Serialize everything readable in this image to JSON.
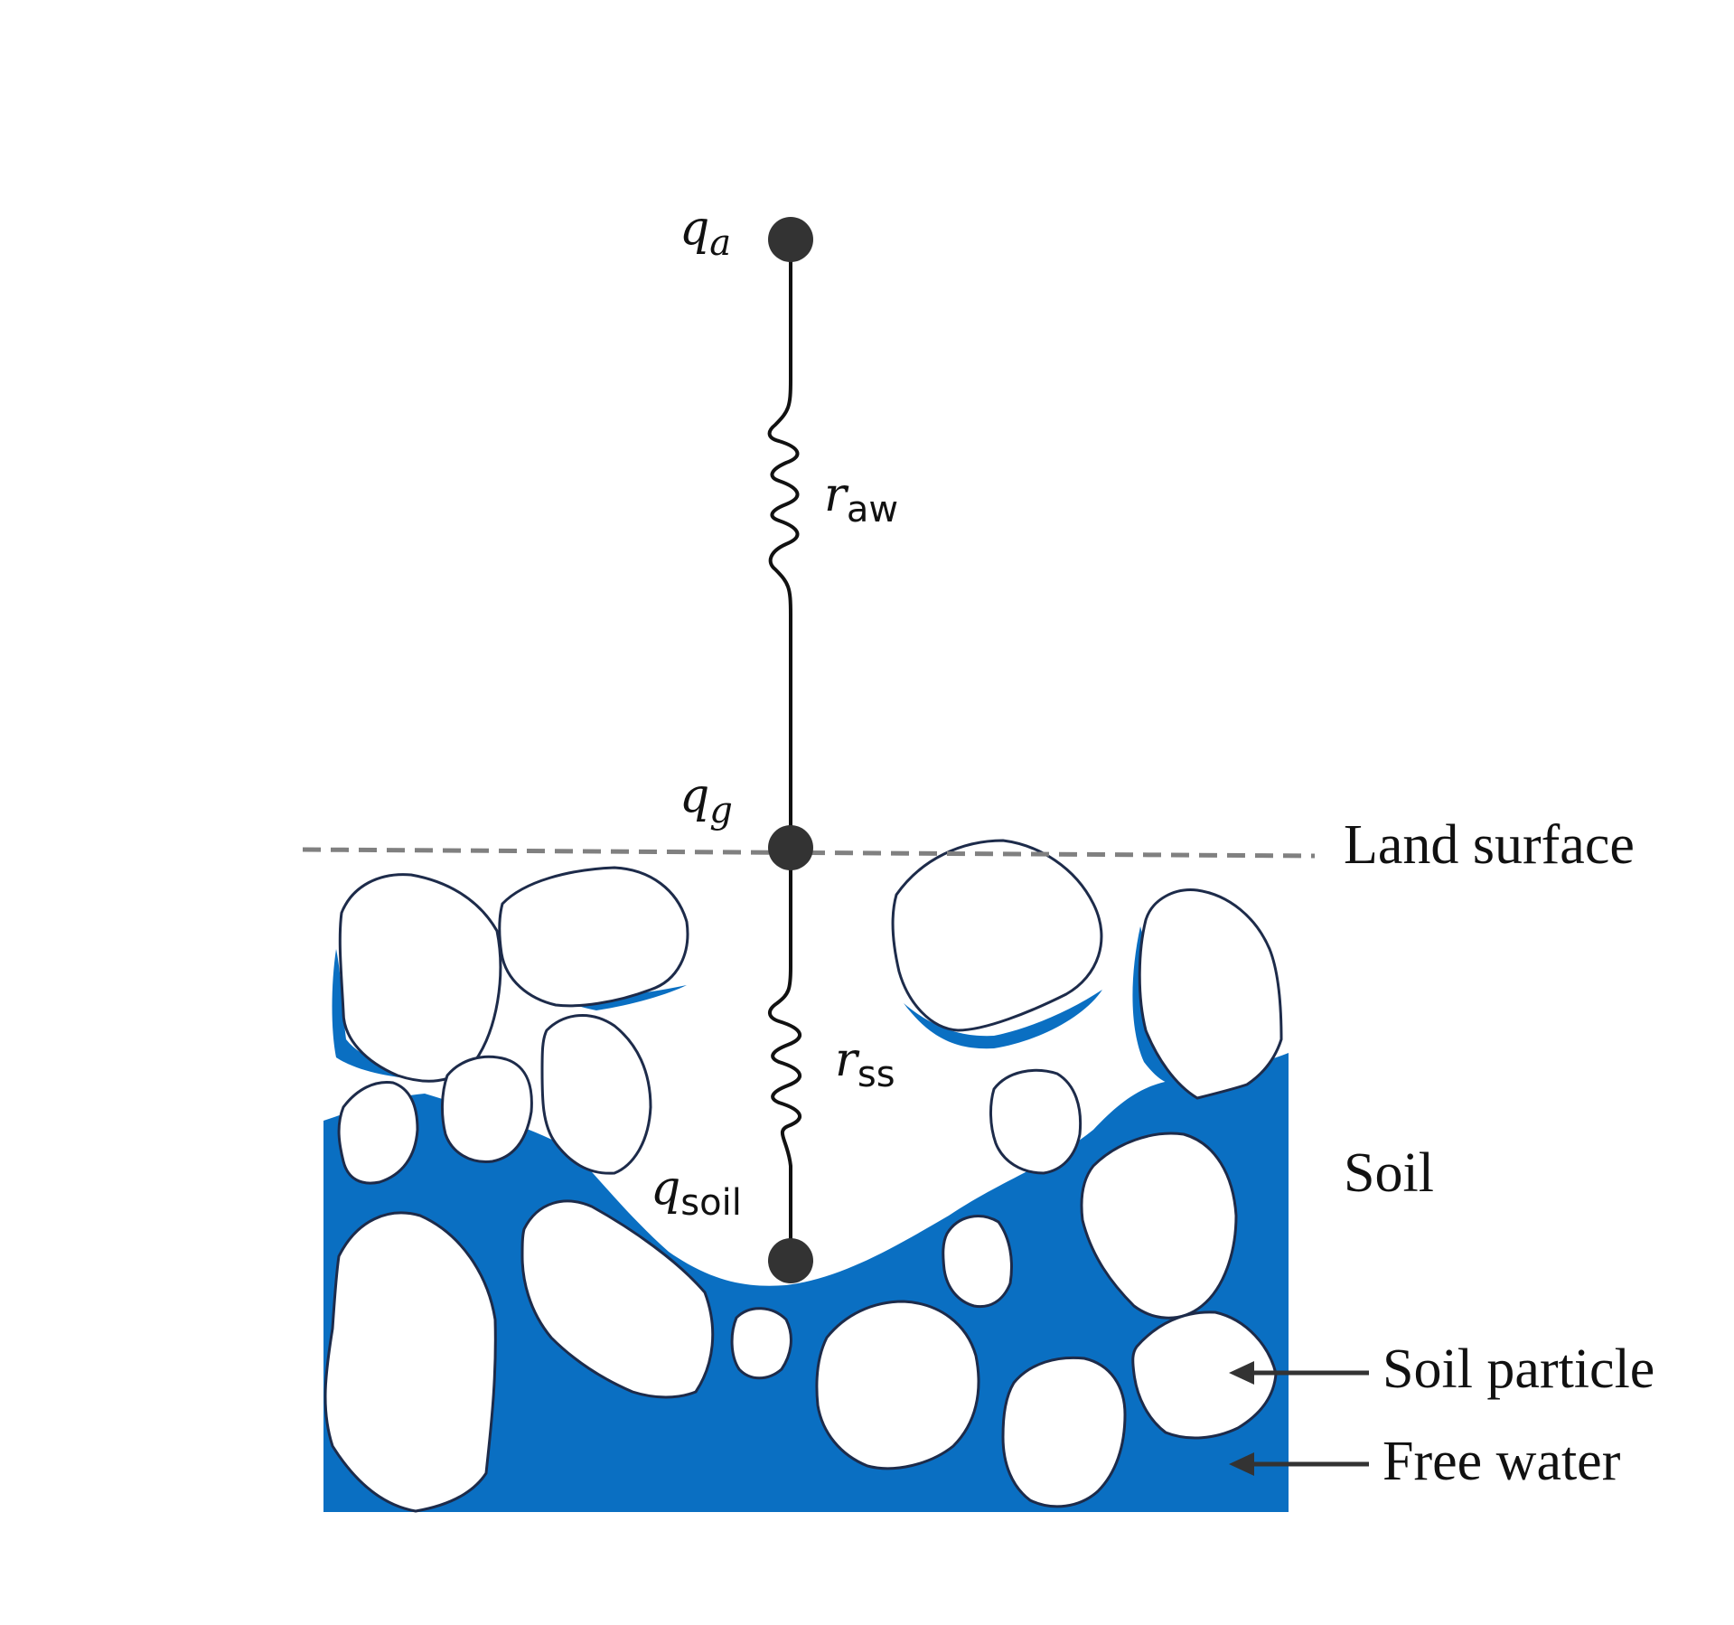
{
  "colors": {
    "water": "#0a6fc2",
    "particle_fill": "#ffffff",
    "particle_stroke": "#1d2b4a",
    "node": "#333333",
    "wire": "#111111",
    "surface_line": "#808080",
    "arrow": "#333333"
  },
  "nodes": {
    "qa": {
      "symbol": "q",
      "subscript": "a"
    },
    "qg": {
      "symbol": "q",
      "subscript": "g"
    },
    "qsoil": {
      "symbol": "q",
      "subscript": "soil"
    }
  },
  "resistors": {
    "raw": {
      "symbol": "r",
      "subscript": "aw"
    },
    "rss": {
      "symbol": "r",
      "subscript": "ss"
    }
  },
  "labels": {
    "land_surface": "Land surface",
    "soil": "Soil",
    "soil_particle": "Soil particle",
    "free_water": "Free water"
  }
}
